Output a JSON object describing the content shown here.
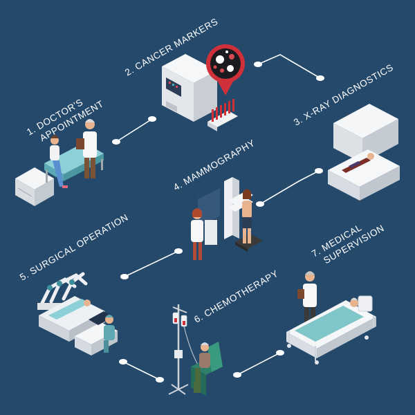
{
  "steps": [
    {
      "line1": "1. Doctor's",
      "line2": "Appointment"
    },
    {
      "line1": "2. Cancer markers",
      "line2": ""
    },
    {
      "line1": "3. X-ray diagnostics",
      "line2": ""
    },
    {
      "line1": "4. Mammography",
      "line2": ""
    },
    {
      "line1": "5. Surgical operation",
      "line2": ""
    },
    {
      "line1": "6. Chemotherapy",
      "line2": ""
    },
    {
      "line1": "7. Medical",
      "line2": "supervision"
    }
  ],
  "colors": {
    "background": "#25496b",
    "connector": "#ffffff",
    "accent_red": "#d0303a",
    "equipment": "#eef0f3",
    "teal": "#5fa7b3"
  }
}
